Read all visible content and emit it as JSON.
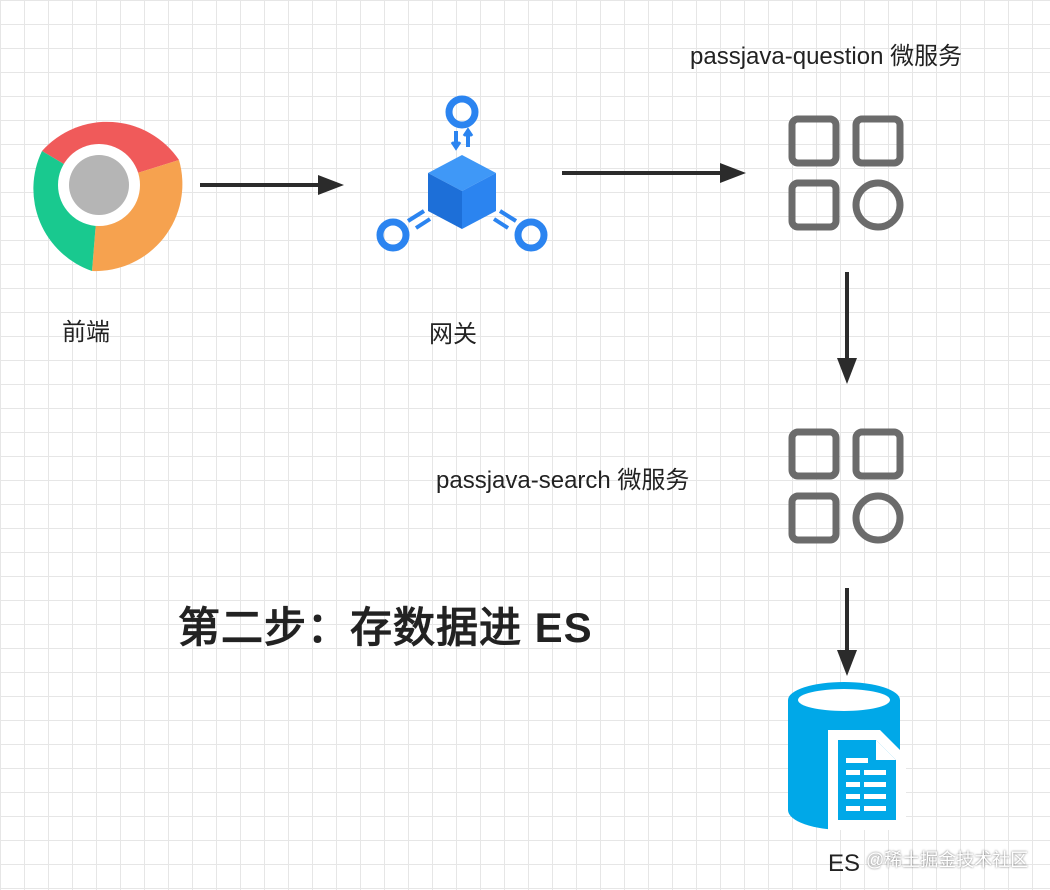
{
  "nodes": {
    "frontend": {
      "label": "前端",
      "icon": "chrome-browser-icon"
    },
    "gateway": {
      "label": "网关",
      "icon": "gateway-cube-icon"
    },
    "question_service": {
      "label": "passjava-question 微服务",
      "icon": "microservice-grid-icon"
    },
    "search_service": {
      "label": "passjava-search 微服务",
      "icon": "microservice-grid-icon"
    },
    "es": {
      "label": "ES",
      "icon": "database-document-icon"
    }
  },
  "step_title": "第二步：存数据进 ES",
  "watermark": "@稀土掘金技术社区",
  "colors": {
    "arrow": "#2b2b2b",
    "gateway_blue": "#2b84f0",
    "service_gray": "#6b6b6b",
    "db_cyan": "#00a8e8",
    "chrome_red": "#f05a5a",
    "chrome_green": "#19c98f",
    "chrome_orange": "#f6a24f",
    "chrome_center": "#b5b5b5"
  }
}
